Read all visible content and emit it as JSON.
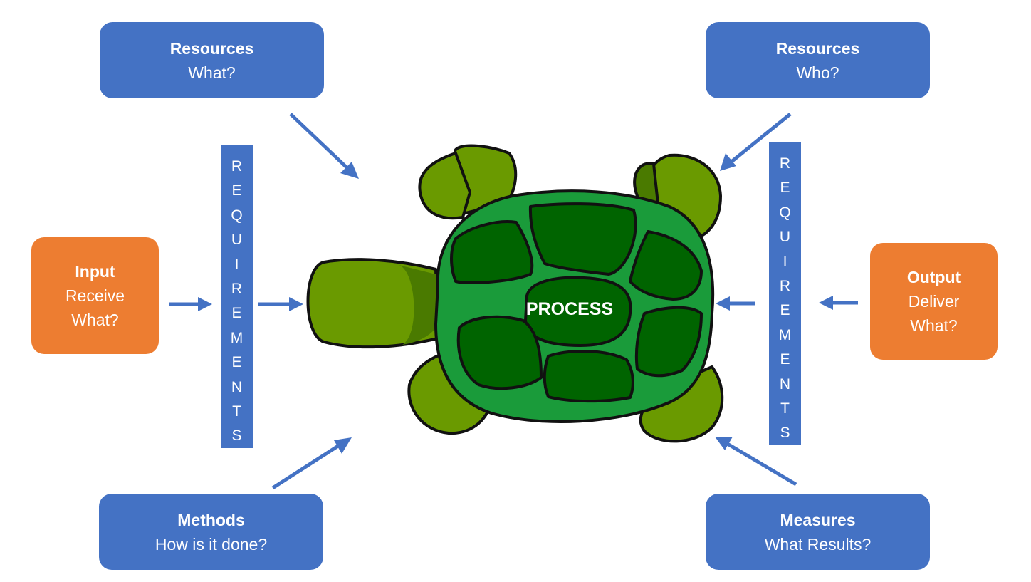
{
  "boxes": {
    "resources_what": {
      "title": "Resources",
      "subtitle": "What?"
    },
    "resources_who": {
      "title": "Resources",
      "subtitle": "Who?"
    },
    "input": {
      "title": "Input",
      "line1": "Receive",
      "line2": "What?"
    },
    "output": {
      "title": "Output",
      "line1": "Deliver",
      "line2": "What?"
    },
    "methods": {
      "title": "Methods",
      "subtitle": "How is it done?"
    },
    "measures": {
      "title": "Measures",
      "subtitle": "What Results?"
    }
  },
  "requirements": {
    "left": [
      "R",
      "E",
      "Q",
      "U",
      "I",
      "R",
      "E",
      "M",
      "E",
      "N",
      "T",
      "S"
    ],
    "right": [
      "R",
      "E",
      "Q",
      "U",
      "I",
      "R",
      "E",
      "M",
      "E",
      "N",
      "T",
      "S"
    ]
  },
  "process_label": "PROCESS",
  "colors": {
    "blue": "#4472c4",
    "orange": "#ed7d31",
    "shell": "#1a9b3a",
    "shell_plate": "#006400",
    "limb": "#6a9a00"
  },
  "icons": {
    "center_graphic": "turtle-icon"
  }
}
